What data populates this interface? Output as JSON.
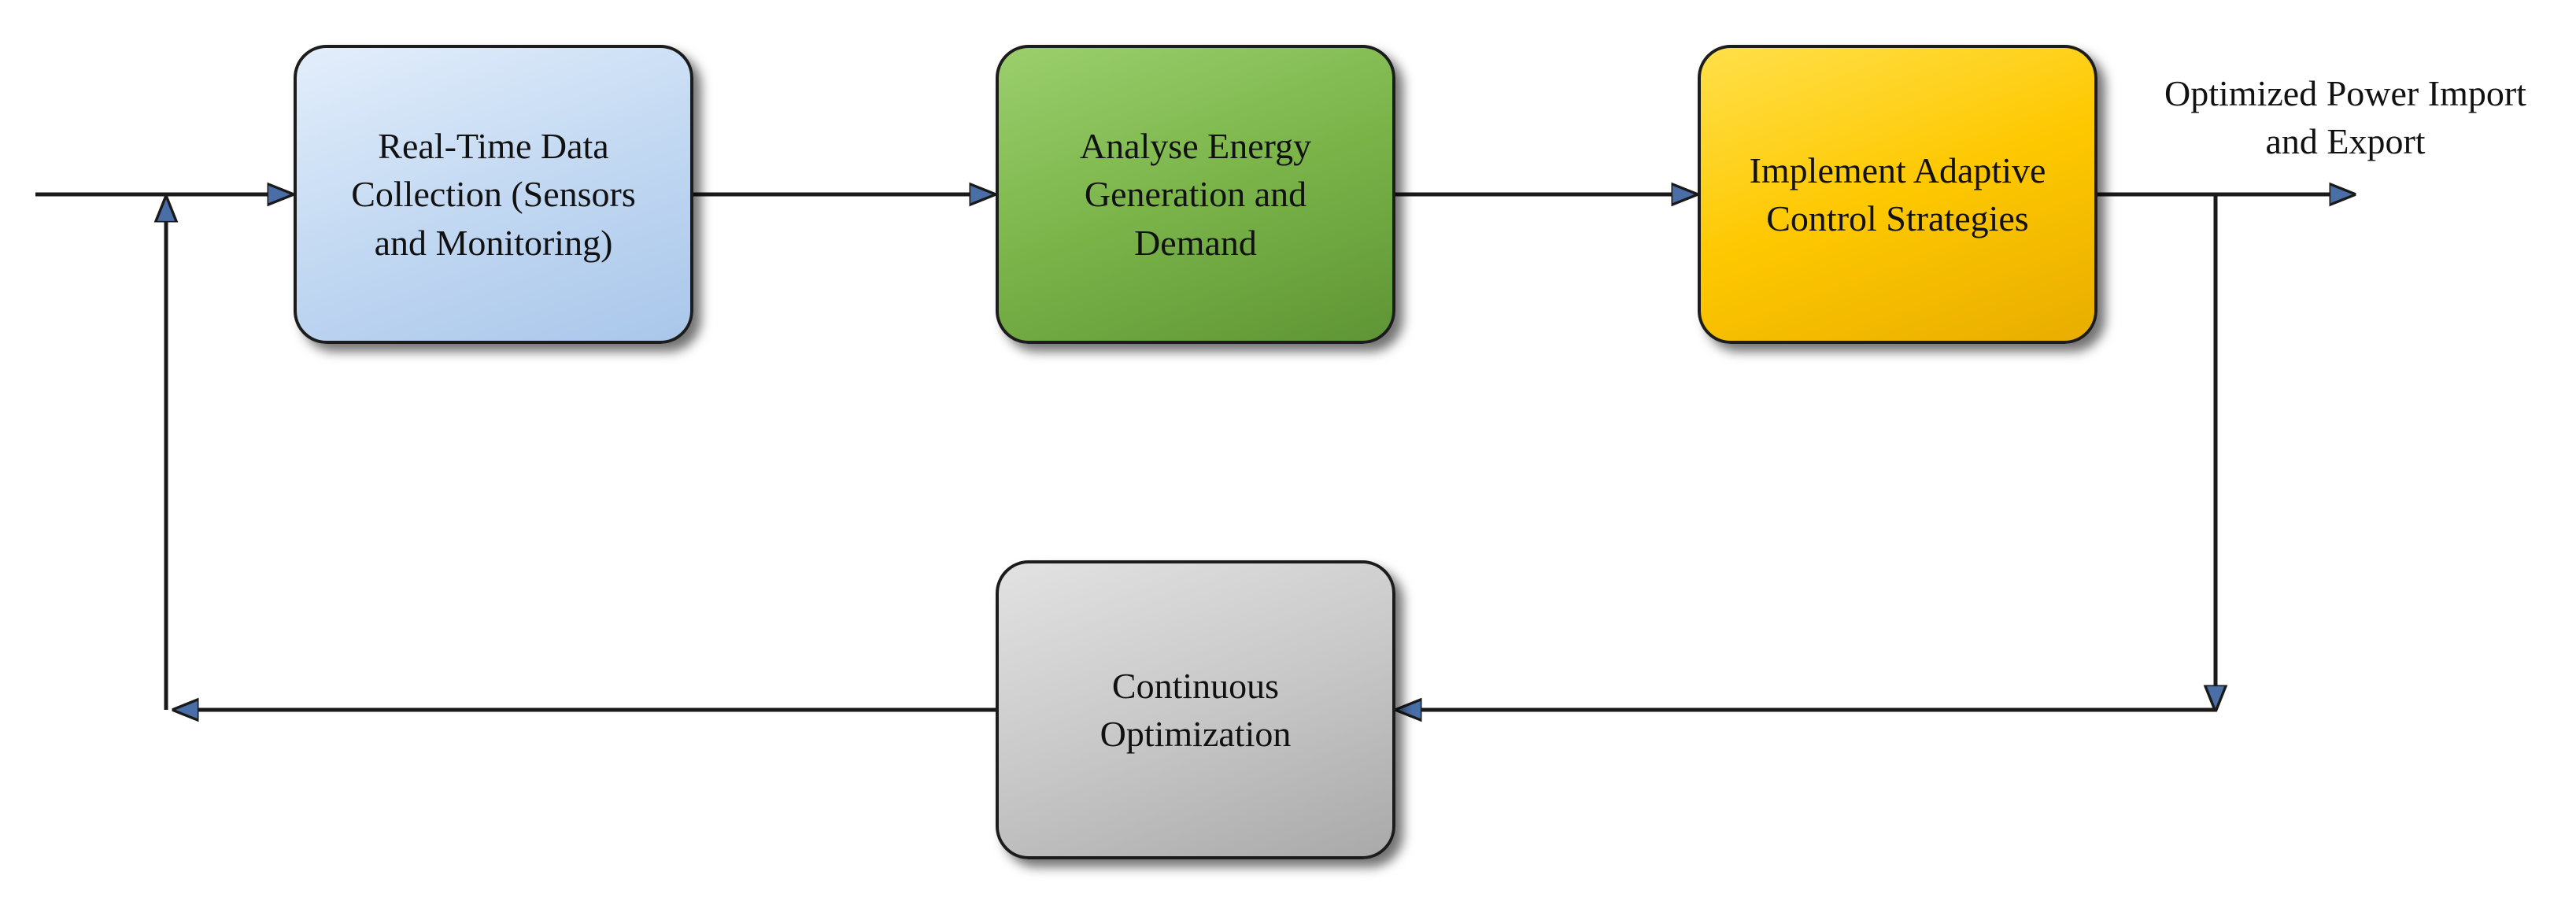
{
  "blocks": {
    "collect": {
      "label": "Real-Time Data\nCollection (Sensors\nand Monitoring)",
      "color": "#c6dbf3"
    },
    "analyse": {
      "label": "Analyse Energy\nGeneration and\nDemand",
      "color": "#7ab449"
    },
    "implement": {
      "label": "Implement Adaptive\nControl Strategies",
      "color": "#fec800"
    },
    "optimize": {
      "label": "Continuous\nOptimization",
      "color": "#c8c8c8"
    }
  },
  "output": {
    "label": "Optimized Power Import\nand Export"
  },
  "colors": {
    "line": "#1a1a1a",
    "arrowhead": "#4a6fa8"
  }
}
